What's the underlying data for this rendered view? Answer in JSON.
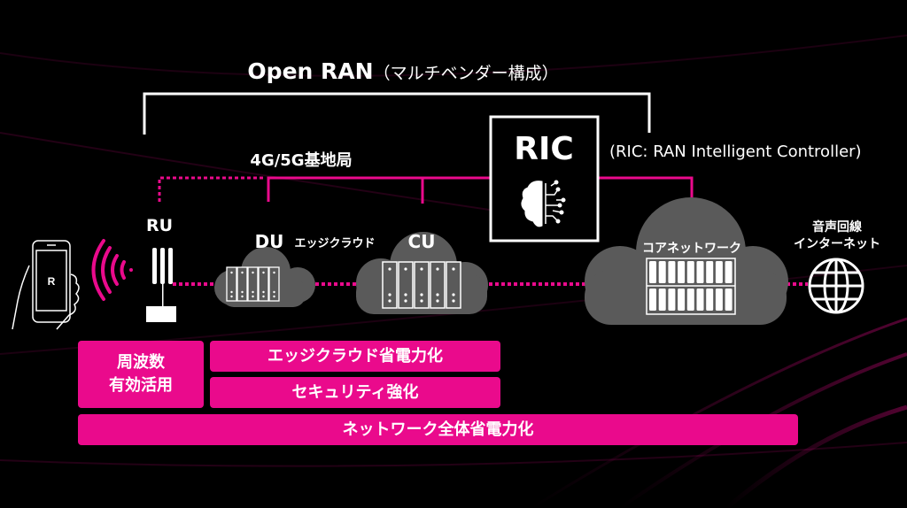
{
  "title": {
    "main": "Open RAN",
    "sub": "（マルチベンダー構成）"
  },
  "base_station_label": "4G/5G基地局",
  "ric": {
    "label": "RIC",
    "description": "(RIC: RAN Intelligent Controller)"
  },
  "nodes": {
    "ru": "RU",
    "du": "DU",
    "edge_cloud": "エッジクラウド",
    "cu": "CU",
    "core": "コアネットワーク",
    "external_line1": "音声回線",
    "external_line2": "インターネット"
  },
  "phone_logo": "R",
  "benefits": {
    "spectrum_line1": "周波数",
    "spectrum_line2": "有効活用",
    "edge_power": "エッジクラウド省電力化",
    "security": "セキュリティ強化",
    "network_power": "ネットワーク全体省電力化"
  },
  "colors": {
    "accent": "#ea0a8c",
    "cloud": "#5a5a5a",
    "background": "#000000"
  }
}
